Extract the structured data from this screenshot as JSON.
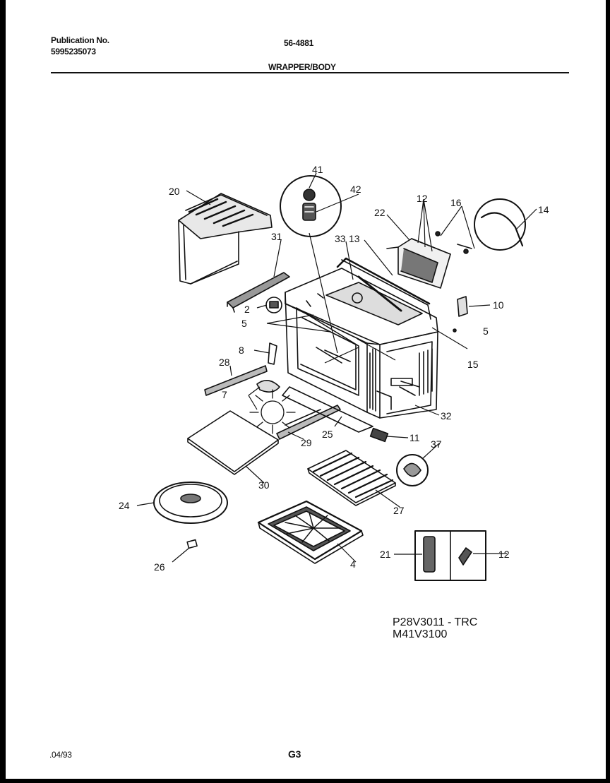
{
  "header": {
    "publication_label": "Publication No.",
    "publication_number": "5995235073",
    "diagram_code": "56-4881",
    "section_title": "WRAPPER/BODY"
  },
  "models": [
    "P28V3011 - TRC",
    "M41V3100"
  ],
  "footer": {
    "date": ".04/93",
    "page": "G3"
  },
  "callouts": {
    "c41": "41",
    "c42": "42",
    "c20": "20",
    "c12a": "12",
    "c16": "16",
    "c14": "14",
    "c22": "22",
    "c31": "31",
    "c33": "33",
    "c13": "13",
    "c10": "10",
    "c2": "2",
    "c5a": "5",
    "c5b": "5",
    "c8": "8",
    "c15": "15",
    "c28": "28",
    "c7": "7",
    "c32": "32",
    "c25": "25",
    "c29": "29",
    "c11": "11",
    "c37": "37",
    "c30": "30",
    "c27": "27",
    "c24": "24",
    "c4": "4",
    "c21": "21",
    "c12b": "12",
    "c26": "26"
  }
}
